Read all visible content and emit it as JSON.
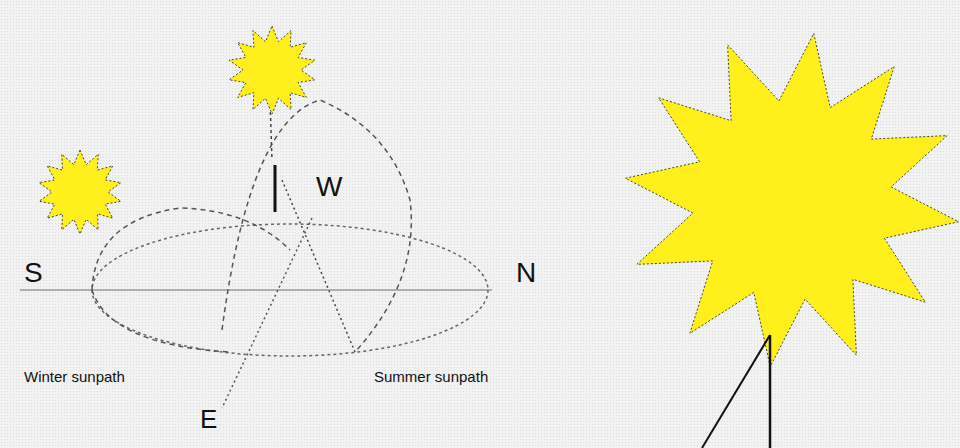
{
  "diagram": {
    "labels": [
      "S",
      "W",
      "N",
      "E",
      "Winter sunpath",
      "Summer sunpath"
    ]
  }
}
